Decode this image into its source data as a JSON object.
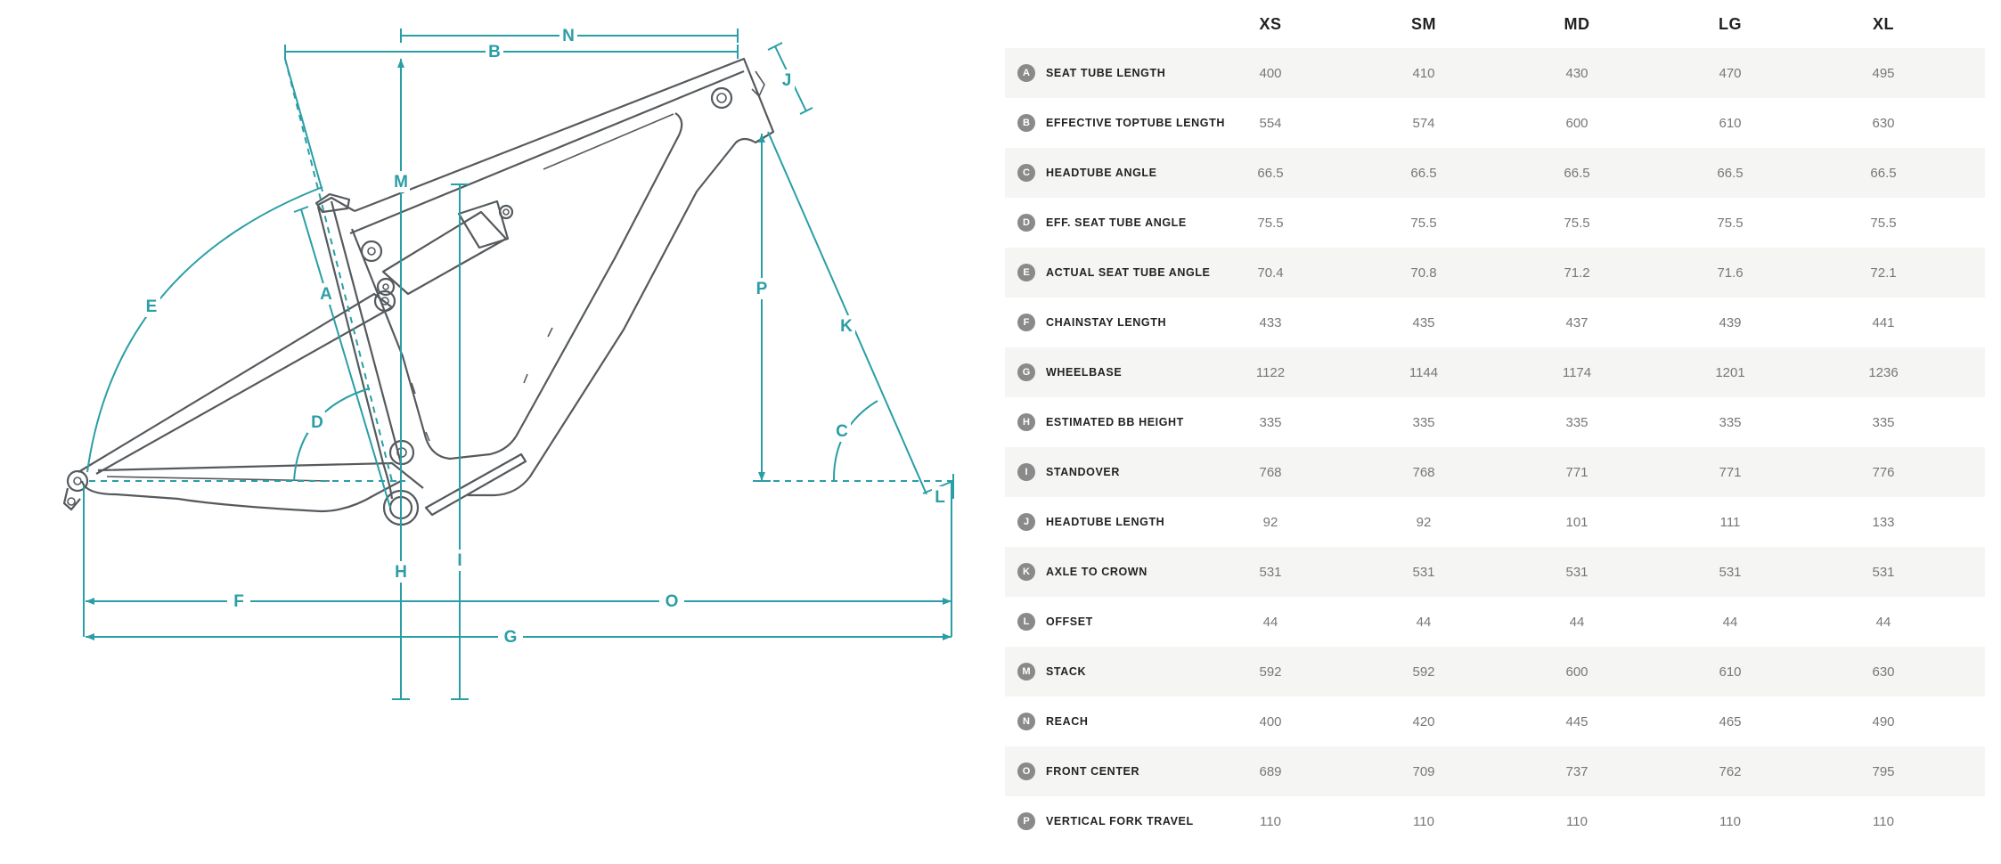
{
  "sizes": [
    "XS",
    "SM",
    "MD",
    "LG",
    "XL"
  ],
  "measurements": [
    {
      "letter": "A",
      "name": "SEAT TUBE LENGTH",
      "values": [
        "400",
        "410",
        "430",
        "470",
        "495"
      ]
    },
    {
      "letter": "B",
      "name": "EFFECTIVE TOPTUBE LENGTH",
      "values": [
        "554",
        "574",
        "600",
        "610",
        "630"
      ]
    },
    {
      "letter": "C",
      "name": "HEADTUBE ANGLE",
      "values": [
        "66.5",
        "66.5",
        "66.5",
        "66.5",
        "66.5"
      ]
    },
    {
      "letter": "D",
      "name": "EFF. SEAT TUBE ANGLE",
      "values": [
        "75.5",
        "75.5",
        "75.5",
        "75.5",
        "75.5"
      ]
    },
    {
      "letter": "E",
      "name": "ACTUAL SEAT TUBE ANGLE",
      "values": [
        "70.4",
        "70.8",
        "71.2",
        "71.6",
        "72.1"
      ]
    },
    {
      "letter": "F",
      "name": "CHAINSTAY LENGTH",
      "values": [
        "433",
        "435",
        "437",
        "439",
        "441"
      ]
    },
    {
      "letter": "G",
      "name": "WHEELBASE",
      "values": [
        "1122",
        "1144",
        "1174",
        "1201",
        "1236"
      ]
    },
    {
      "letter": "H",
      "name": "ESTIMATED BB HEIGHT",
      "values": [
        "335",
        "335",
        "335",
        "335",
        "335"
      ]
    },
    {
      "letter": "I",
      "name": "STANDOVER",
      "values": [
        "768",
        "768",
        "771",
        "771",
        "776"
      ]
    },
    {
      "letter": "J",
      "name": "HEADTUBE LENGTH",
      "values": [
        "92",
        "92",
        "101",
        "111",
        "133"
      ]
    },
    {
      "letter": "K",
      "name": "AXLE TO CROWN",
      "values": [
        "531",
        "531",
        "531",
        "531",
        "531"
      ]
    },
    {
      "letter": "L",
      "name": "OFFSET",
      "values": [
        "44",
        "44",
        "44",
        "44",
        "44"
      ]
    },
    {
      "letter": "M",
      "name": "STACK",
      "values": [
        "592",
        "592",
        "600",
        "610",
        "630"
      ]
    },
    {
      "letter": "N",
      "name": "REACH",
      "values": [
        "400",
        "420",
        "445",
        "465",
        "490"
      ]
    },
    {
      "letter": "O",
      "name": "FRONT CENTER",
      "values": [
        "689",
        "709",
        "737",
        "762",
        "795"
      ]
    },
    {
      "letter": "P",
      "name": "VERTICAL FORK TRAVEL",
      "values": [
        "110",
        "110",
        "110",
        "110",
        "110"
      ]
    }
  ],
  "diagram_labels": {
    "A": "A",
    "B": "B",
    "C": "C",
    "D": "D",
    "E": "E",
    "F": "F",
    "G": "G",
    "H": "H",
    "I": "I",
    "J": "J",
    "K": "K",
    "L": "L",
    "M": "M",
    "N": "N",
    "O": "O",
    "P": "P"
  },
  "colors": {
    "dimension": "#2a9ea6",
    "frame": "#555a5e",
    "badge": "#8a8a8a",
    "row_alt": "#f5f5f3"
  }
}
